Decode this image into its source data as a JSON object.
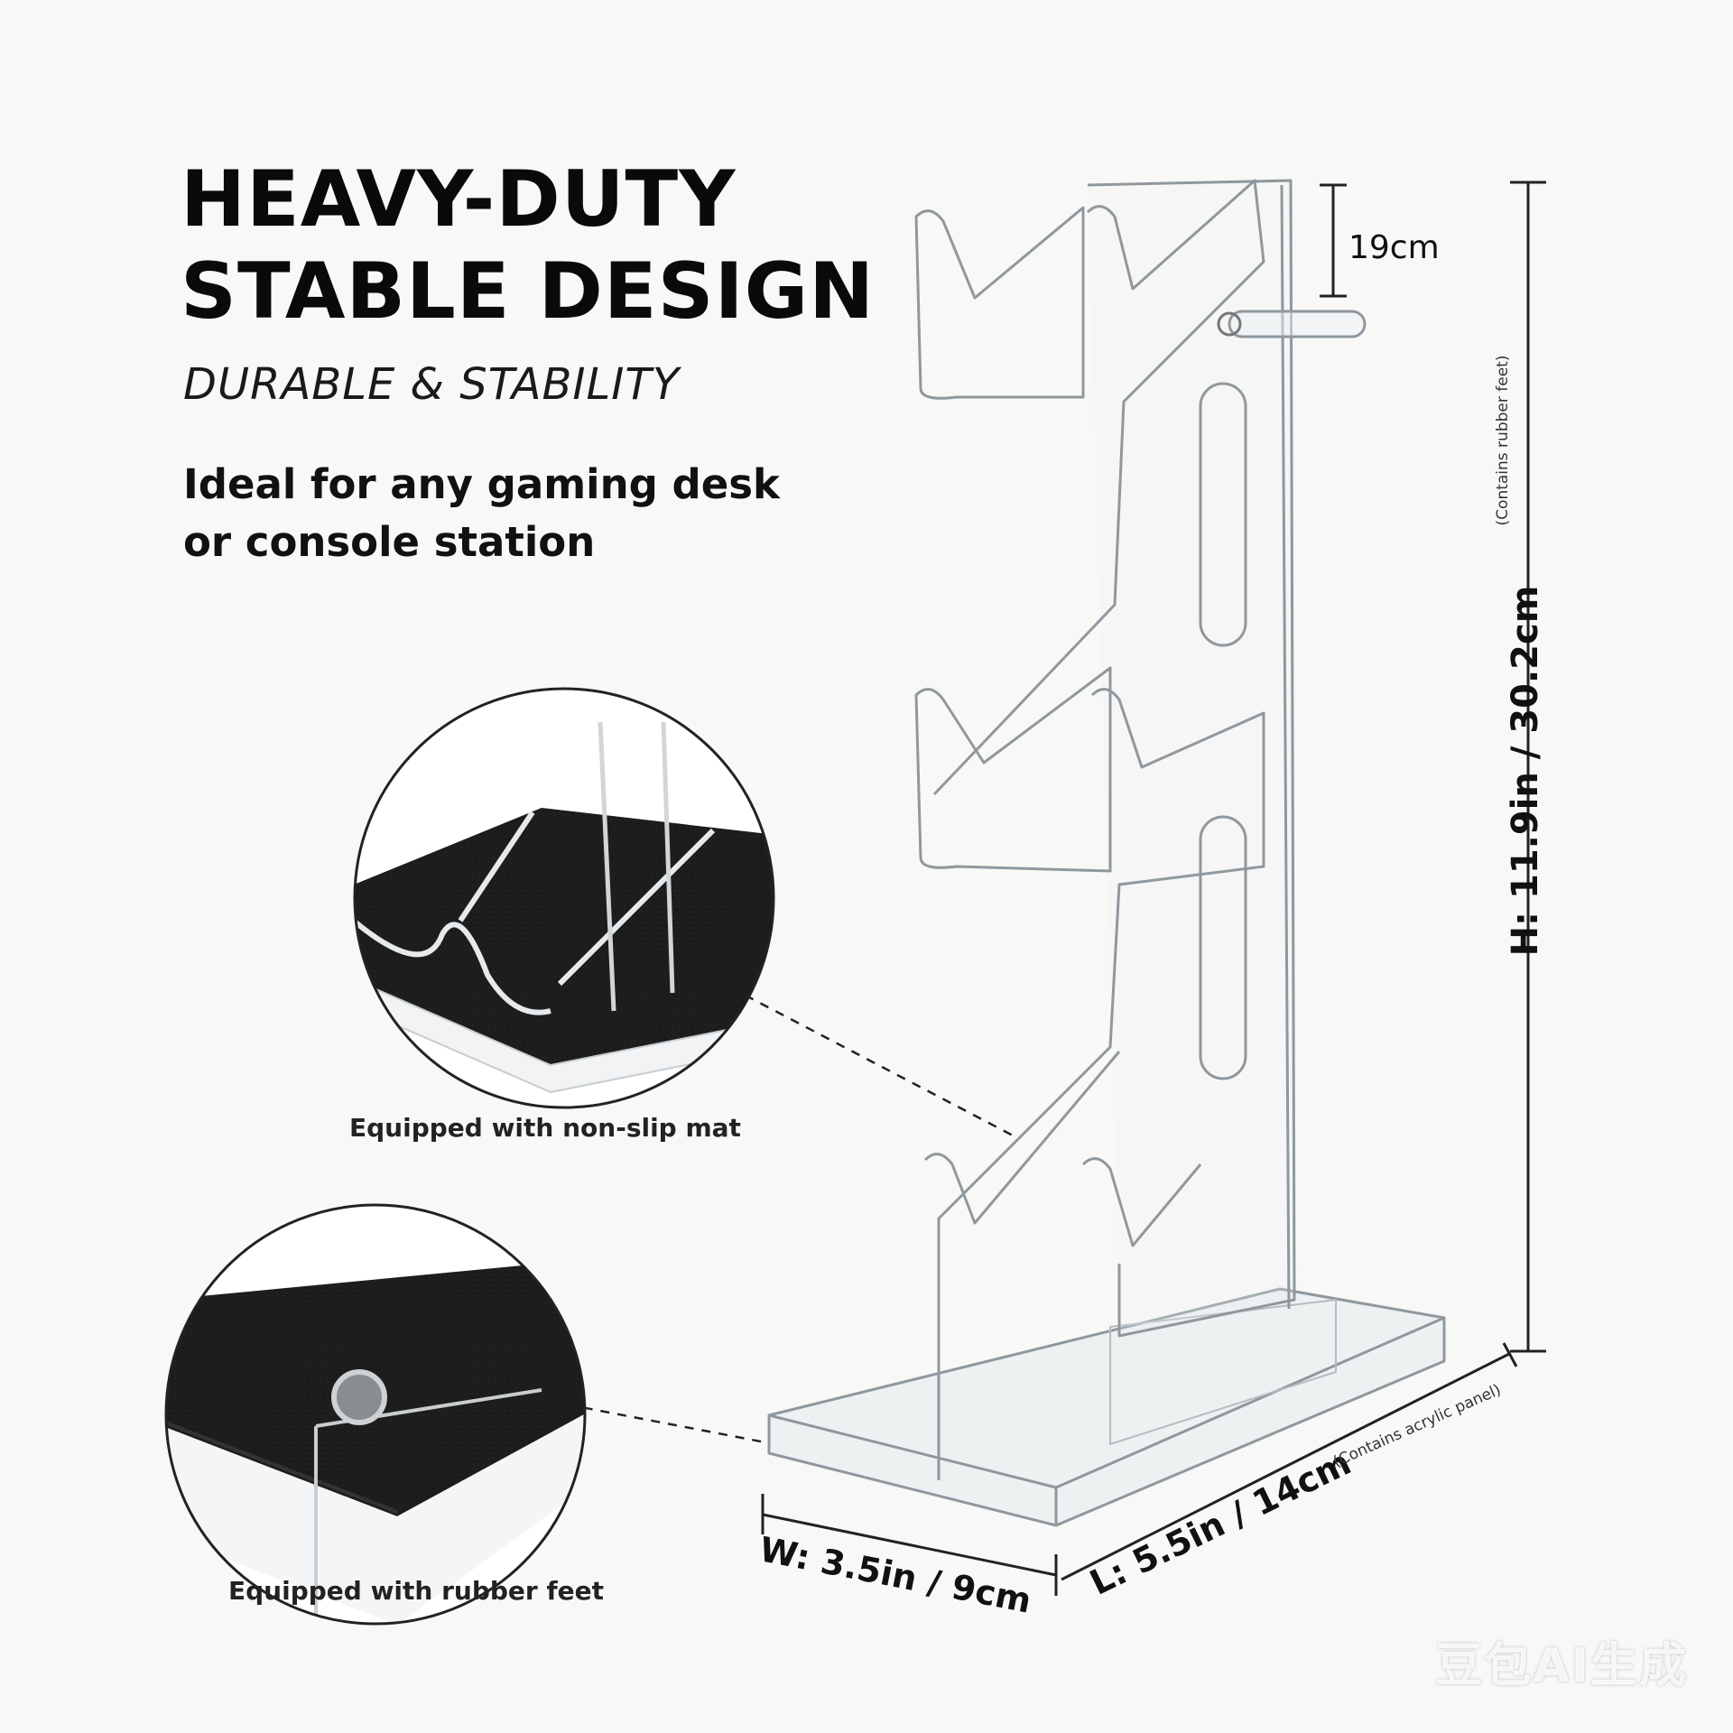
{
  "headline": {
    "line1": "HEAVY-DUTY",
    "line2": "STABLE DESIGN"
  },
  "subheadline": "DURABLE & STABILITY",
  "description": {
    "line1": "Ideal for any gaming desk",
    "line2": "or console station"
  },
  "callouts": {
    "mat": {
      "caption": "Equipped with non-slip mat"
    },
    "feet": {
      "caption": "Equipped with rubber feet"
    }
  },
  "dimensions": {
    "top_gap": "19cm",
    "height": "H: 11.9in / 30.2cm",
    "height_note": "(Contains rubber feet)",
    "width": "W: 3.5in / 9cm",
    "length": "L: 5.5in / 14cm",
    "length_note": "(Contains acrylic panel)"
  },
  "watermark": "豆包AI生成",
  "colors": {
    "background": "#f8f8f6",
    "text": "#111111",
    "mat": "#1b1b1b",
    "acrylic_edge": "#9aa3a8"
  }
}
